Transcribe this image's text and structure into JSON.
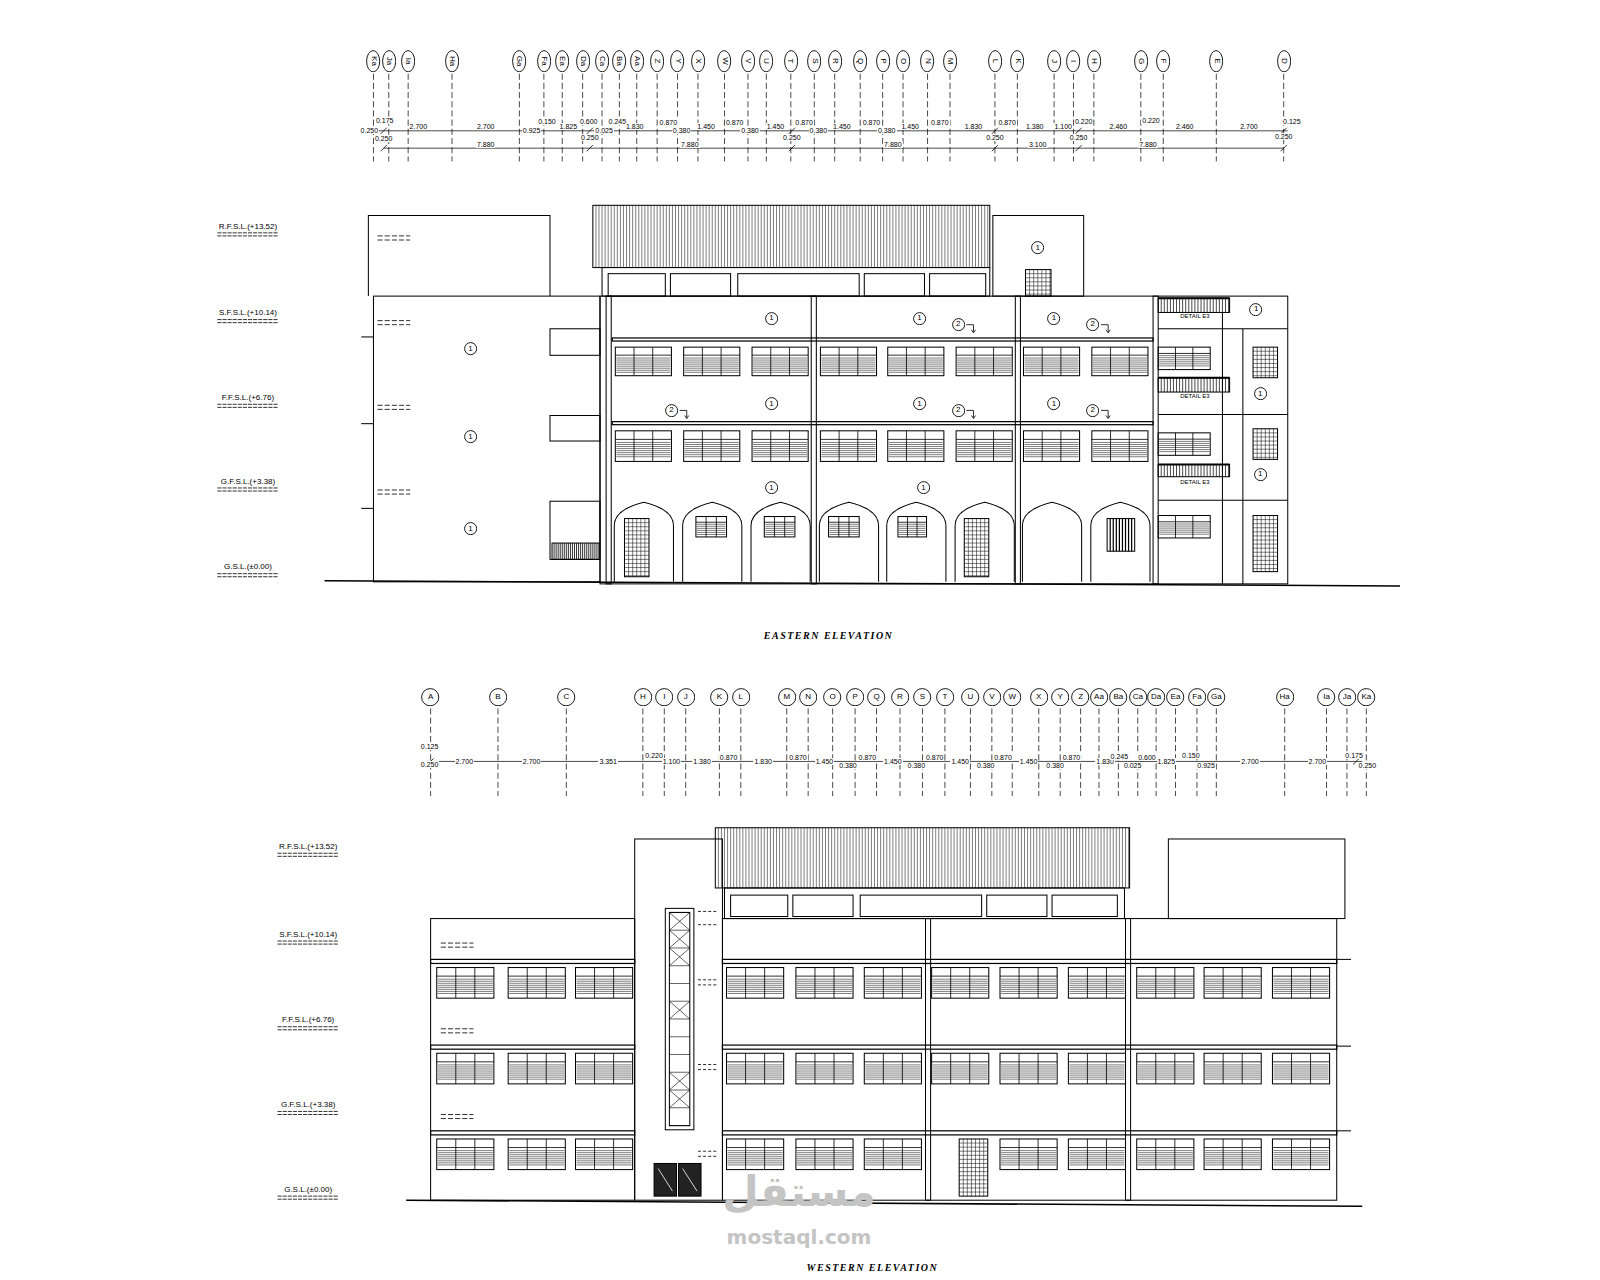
{
  "diagram": {
    "nodes": [
      {
        "text": [
          "Ka"
        ]
      },
      {
        "text": [
          "Ja"
        ]
      },
      {
        "text": [
          "Ia"
        ]
      },
      {
        "text": [
          "Ha"
        ]
      },
      {
        "text": [
          "Ga"
        ]
      },
      {
        "text": [
          "Fa"
        ]
      },
      {
        "text": [
          "Ea"
        ]
      },
      {
        "text": [
          "Da"
        ]
      },
      {
        "text": [
          "Ca"
        ]
      },
      {
        "text": [
          "Ba"
        ]
      },
      {
        "text": [
          "Aa"
        ]
      },
      {
        "text": [
          "Z"
        ]
      },
      {
        "text": [
          "Y"
        ]
      },
      {
        "text": [
          "X"
        ]
      },
      {
        "text": [
          "W"
        ]
      },
      {
        "text": [
          "V"
        ]
      },
      {
        "text": [
          "U"
        ]
      },
      {
        "text": [
          "T"
        ]
      },
      {
        "text": [
          "S"
        ]
      },
      {
        "text": [
          "R"
        ]
      },
      {
        "text": [
          "Q"
        ]
      },
      {
        "text": [
          "P"
        ]
      },
      {
        "text": [
          "O"
        ]
      },
      {
        "text": [
          "N"
        ]
      },
      {
        "text": [
          "M"
        ]
      },
      {
        "text": [
          "L"
        ]
      },
      {
        "text": [
          "K"
        ]
      },
      {
        "text": [
          "J"
        ]
      },
      {
        "text": [
          "I"
        ]
      },
      {
        "text": [
          "H"
        ]
      },
      {
        "text": [
          "G"
        ]
      },
      {
        "text": [
          "F"
        ]
      },
      {
        "text": [
          "E"
        ]
      },
      {
        "text": [
          "D"
        ]
      },
      {
        "text": [
          "1"
        ]
      },
      {
        "text": [
          "1"
        ]
      },
      {
        "text": [
          "1"
        ]
      },
      {
        "text": [
          "2"
        ]
      },
      {
        "text": [
          "1"
        ]
      },
      {
        "text": [
          "2"
        ]
      },
      {
        "text": [
          "1"
        ]
      },
      {
        "text": [
          "1"
        ]
      },
      {
        "text": [
          "2"
        ]
      },
      {
        "text": [
          "1"
        ]
      },
      {
        "text": [
          "1"
        ]
      },
      {
        "text": [
          "2"
        ]
      },
      {
        "text": [
          "1"
        ]
      },
      {
        "text": [
          "2"
        ]
      },
      {
        "text": [
          "1"
        ]
      },
      {
        "text": [
          "1"
        ]
      },
      {
        "text": [
          "1"
        ]
      },
      {
        "text": [
          "1"
        ]
      },
      {
        "text": [
          "1"
        ]
      },
      {
        "text": [
          "1"
        ]
      },
      {
        "text": [
          "A"
        ]
      },
      {
        "text": [
          "B"
        ]
      },
      {
        "text": [
          "C"
        ]
      },
      {
        "text": [
          "H"
        ]
      },
      {
        "text": [
          "I"
        ]
      },
      {
        "text": [
          "J"
        ]
      },
      {
        "text": [
          "K"
        ]
      },
      {
        "text": [
          "L"
        ]
      },
      {
        "text": [
          "M"
        ]
      },
      {
        "text": [
          "N"
        ]
      },
      {
        "text": [
          "O"
        ]
      },
      {
        "text": [
          "P"
        ]
      },
      {
        "text": [
          "Q"
        ]
      },
      {
        "text": [
          "R"
        ]
      },
      {
        "text": [
          "S"
        ]
      },
      {
        "text": [
          "T"
        ]
      },
      {
        "text": [
          "U"
        ]
      },
      {
        "text": [
          "V"
        ]
      },
      {
        "text": [
          "W"
        ]
      },
      {
        "text": [
          "X"
        ]
      },
      {
        "text": [
          "Y"
        ]
      },
      {
        "text": [
          "Z"
        ]
      },
      {
        "text": [
          "Aa"
        ]
      },
      {
        "text": [
          "Ba"
        ]
      },
      {
        "text": [
          "Ca"
        ]
      },
      {
        "text": [
          "Da"
        ]
      },
      {
        "text": [
          "Ea"
        ]
      },
      {
        "text": [
          "Fa"
        ]
      },
      {
        "text": [
          "Ga"
        ]
      },
      {
        "text": [
          "Ha"
        ]
      },
      {
        "text": [
          "Ia"
        ]
      },
      {
        "text": [
          "Ja"
        ]
      },
      {
        "text": [
          "Ka"
        ]
      }
    ],
    "labels": [
      "0.175",
      "0.250",
      "0.250",
      "2.700",
      "2.700",
      "0.925",
      "0.150",
      "1.825",
      "0.600",
      "0.245",
      "0.250",
      "0.025",
      "1.830",
      "0.870",
      "0.380",
      "1.450",
      "0.870",
      "0.380",
      "1.450",
      "0.250",
      "0.870",
      "0.380",
      "1.450",
      "0.870",
      "0.380",
      "1.450",
      "0.870",
      "1.830",
      "0.250",
      "0.870",
      "1.380",
      "1.100",
      "0.220",
      "0.250",
      "2.460",
      "0.220",
      "2.460",
      "2.700",
      "0.125",
      "0.250",
      "7.880",
      "7.880",
      "7.880",
      "3.100",
      "7.880",
      "R.F.S.L.(+13.52)",
      "S.F.S.L.(+10.14)",
      "F.F.S.L.(+6.76)",
      "G.F.S.L.(+3.38)",
      "G.S.L.(±0.00)",
      "DETAIL E3",
      "DETAIL E3",
      "DETAIL E3",
      "EASTERN ELEVATION",
      "0.125",
      "0.250",
      "2.700",
      "2.700",
      "3.351",
      "0.220",
      "1.100",
      "1.380",
      "0.870",
      "1.830",
      "0.870",
      "1.450",
      "0.380",
      "0.870",
      "1.450",
      "0.380",
      "0.870",
      "1.450",
      "0.380",
      "0.870",
      "1.450",
      "0.380",
      "0.870",
      "1.830",
      "0.245",
      "0.025",
      "0.600",
      "1.825",
      "0.150",
      "0.925",
      "2.700",
      "2.700",
      "0.175",
      "0.250",
      "R.F.S.L.(+13.52)",
      "S.F.S.L.(+10.14)",
      "F.F.S.L.(+6.76)",
      "G.F.S.L.(+3.38)",
      "G.S.L.(±0.00)",
      "WESTERN ELEVATION",
      "مستقل",
      "mostaql.com"
    ]
  }
}
